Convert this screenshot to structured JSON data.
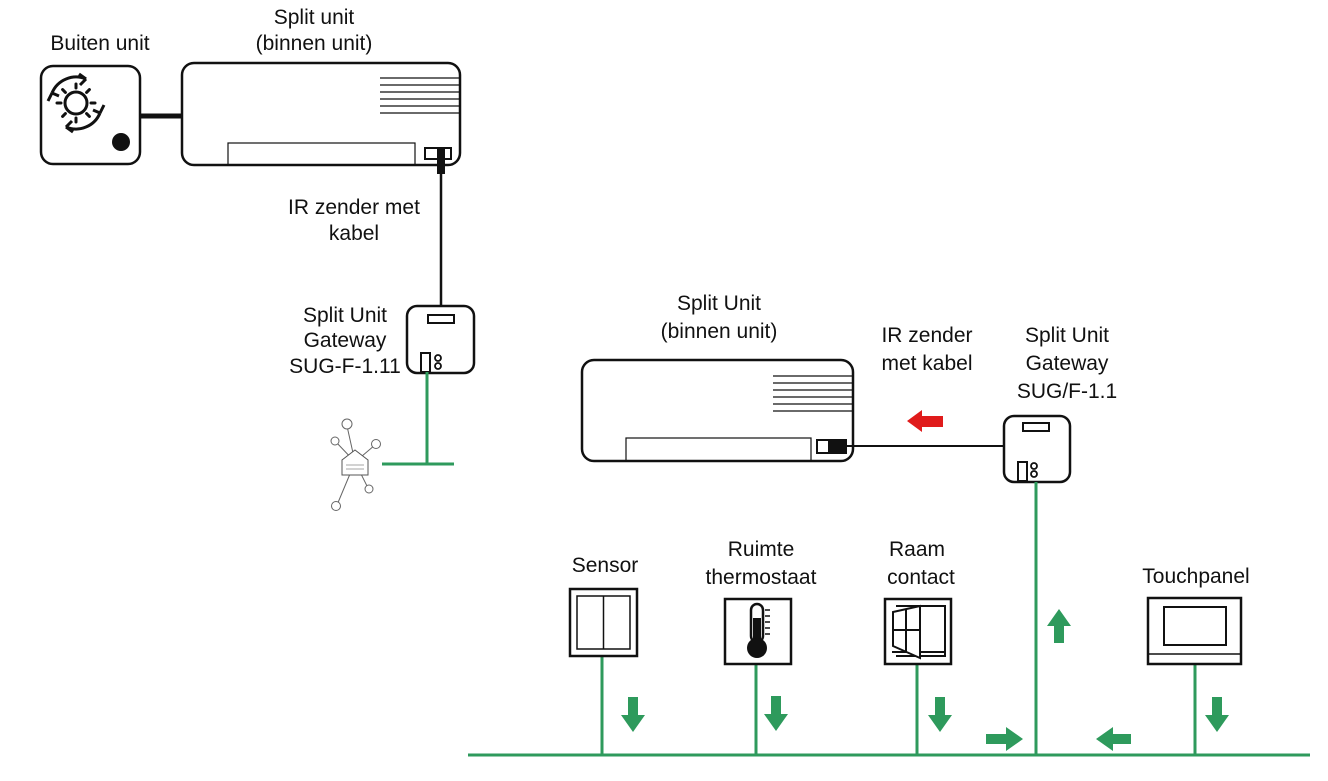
{
  "labels": {
    "outdoor_unit": "Buiten unit",
    "split_unit_1_line1": "Split unit",
    "split_unit_1_line2": "(binnen unit)",
    "ir_sender_1_line1": "IR zender met",
    "ir_sender_1_line2": "kabel",
    "gateway_1_line1": "Split Unit",
    "gateway_1_line2": "Gateway",
    "gateway_1_line3": "SUG-F-1.11",
    "split_unit_2_line1": "Split Unit",
    "split_unit_2_line2": "(binnen unit)",
    "ir_sender_2_line1": "IR zender",
    "ir_sender_2_line2": "met kabel",
    "gateway_2_line1": "Split Unit",
    "gateway_2_line2": "Gateway",
    "gateway_2_line3": "SUG/F-1.1",
    "sensor": "Sensor",
    "thermostat_line1": "Ruimte",
    "thermostat_line2": "thermostaat",
    "window_contact_line1": "Raam",
    "window_contact_line2": "contact",
    "touchpanel": "Touchpanel"
  },
  "colors": {
    "bus_green": "#2e9a5c",
    "arrow_green": "#2e9a5c",
    "ir_arrow_red": "#e01b1b",
    "outline": "#111111"
  },
  "icons": {
    "outdoor_unit": "fan-cycle-icon",
    "hub": "free-at-home-hub-icon",
    "sensor": "push-button-icon",
    "thermostat": "thermometer-icon",
    "window_contact": "window-icon",
    "touchpanel": "touchpanel-icon"
  }
}
